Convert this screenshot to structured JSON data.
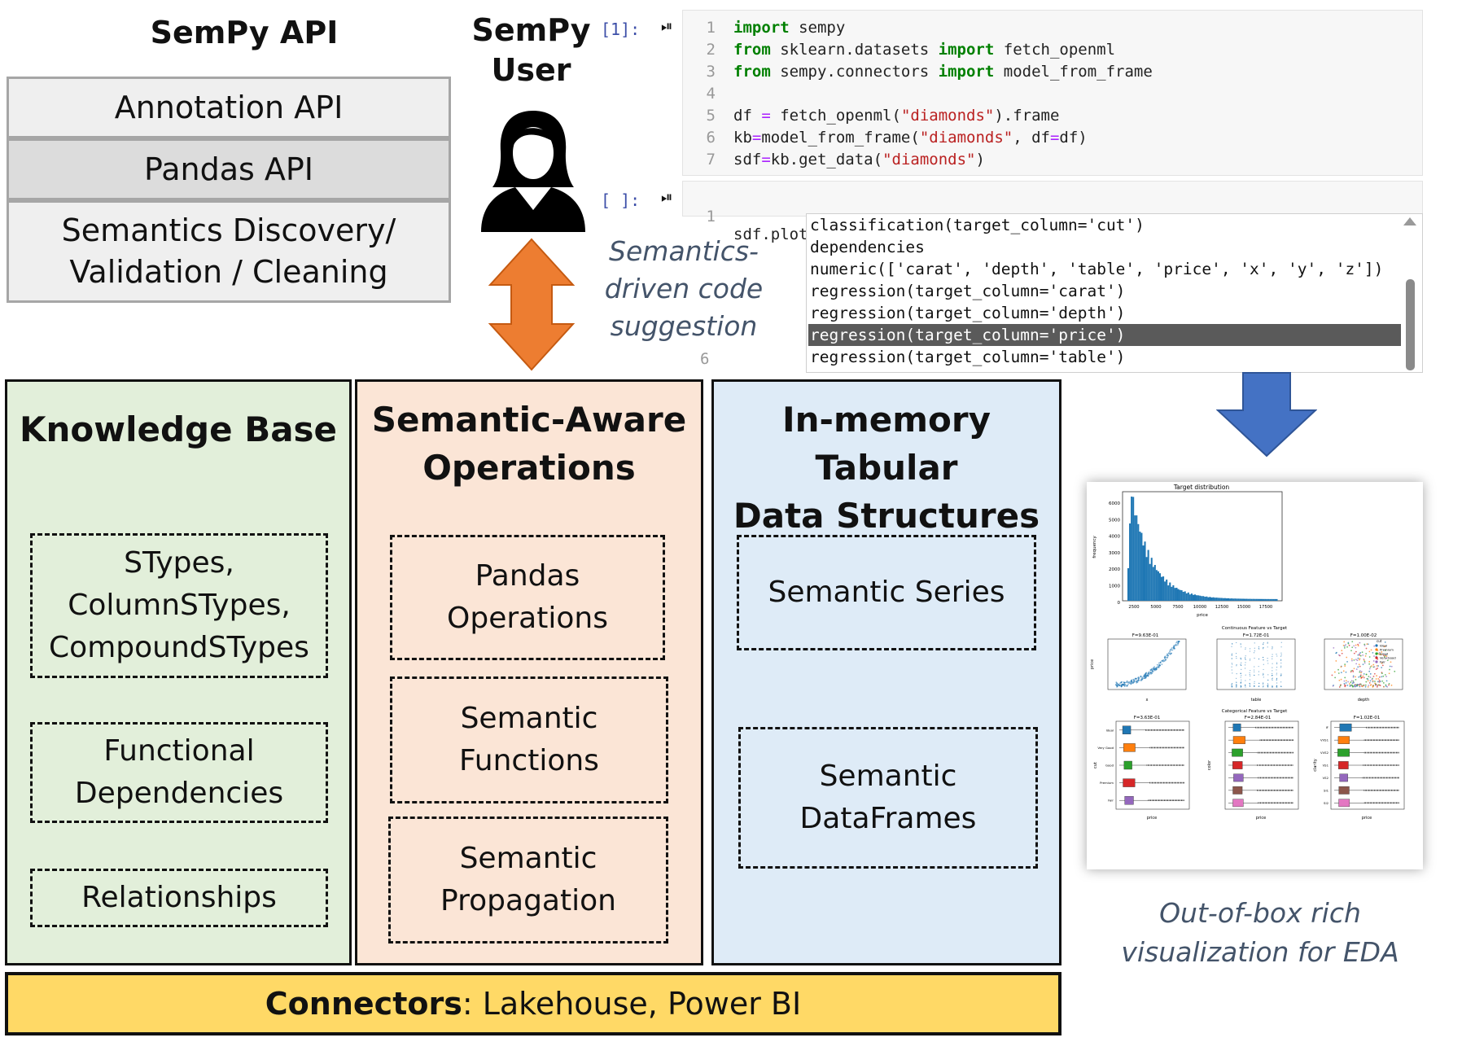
{
  "api": {
    "title": "SemPy API",
    "annotation": "Annotation API",
    "pandas": "Pandas API",
    "semantics_line1": "Semantics Discovery/",
    "semantics_line2": "Validation / Cleaning"
  },
  "user": {
    "line1": "SemPy",
    "line2": "User"
  },
  "notebook": {
    "cell1_prompt": "[1]:",
    "cell2_prompt": "[ ]:",
    "cell2_lineno": "1",
    "cell2_code": "sdf.plot.",
    "hidden_lineno": "6"
  },
  "suggestions": [
    "classification(target_column='cut')",
    "dependencies",
    "numeric(['carat', 'depth', 'table', 'price', 'x', 'y', 'z'])",
    "regression(target_column='carat')",
    "regression(target_column='depth')",
    "regression(target_column='price')",
    "regression(target_column='table')"
  ],
  "selected_suggestion": 5,
  "captions": {
    "suggestion_line1": "Semantics-",
    "suggestion_line2": "driven code",
    "suggestion_line3": "suggestion",
    "viz_line1": "Out-of-box rich",
    "viz_line2": "visualization for EDA"
  },
  "knowledge_base": {
    "title": "Knowledge Base",
    "stypes_line1": "STypes,",
    "stypes_line2": "ColumnSTypes,",
    "stypes_line3": "CompoundSTypes",
    "fd_line1": "Functional",
    "fd_line2": "Dependencies",
    "relationships": "Relationships"
  },
  "operations": {
    "title_line1": "Semantic-Aware",
    "title_line2": "Operations",
    "pandas_line1": "Pandas",
    "pandas_line2": "Operations",
    "functions_line1": "Semantic",
    "functions_line2": "Functions",
    "propagation_line1": "Semantic",
    "propagation_line2": "Propagation"
  },
  "structures": {
    "title_line1": "In-memory Tabular",
    "title_line2": "Data Structures",
    "series": "Semantic Series",
    "df_line1": "Semantic",
    "df_line2": "DataFrames"
  },
  "connectors": {
    "label": "Connectors",
    "rest": ": Lakehouse, Power BI"
  },
  "viz": {
    "hist_title": "Target distribution",
    "hist_xlabel": "price",
    "hist_ylabel": "frequency",
    "hist_yticks": [
      "6000",
      "5000",
      "4000",
      "3000",
      "2000",
      "1000",
      "0"
    ],
    "hist_xticks": [
      "2500",
      "5000",
      "7500",
      "10000",
      "12500",
      "15000",
      "17500"
    ],
    "cont_title": "Continuous Feature vs Target",
    "cont_f1": "F=9.63E-01",
    "cont_f2": "F=1.72E-01",
    "cont_f3": "F=1.00E-02",
    "cont_x1": "x",
    "cont_x2": "table",
    "cont_x3": "depth",
    "cont_ylabel": "price",
    "legend_title": "cut",
    "legend_items": [
      "Ideal",
      "Premium",
      "Good",
      "Very Good",
      "Fair"
    ],
    "cat_title": "Categorical Feature vs Target",
    "cat_f1": "F=3.63E-01",
    "cat_f2": "F=2.84E-01",
    "cat_f3": "F=1.02E-01",
    "cat_y1": "cut",
    "cat_y2": "color",
    "cat_y3": "clarity",
    "cat_labels1": [
      "Ideal",
      "Very Good",
      "Good",
      "Premium",
      "Fair"
    ],
    "cat_labels3": [
      "IF",
      "VVS1",
      "VVS2",
      "VS1",
      "VS2",
      "SI1",
      "SI2"
    ],
    "cat_xlabel": "price"
  },
  "colors": {
    "kb_fill": "#e2efda",
    "ops_fill": "#fbe5d6",
    "ds_fill": "#deebf7",
    "connector_fill": "#ffd966",
    "orange_arrow": "#ed7d31",
    "blue_arrow": "#4472c4",
    "caption_text": "#44546a"
  }
}
